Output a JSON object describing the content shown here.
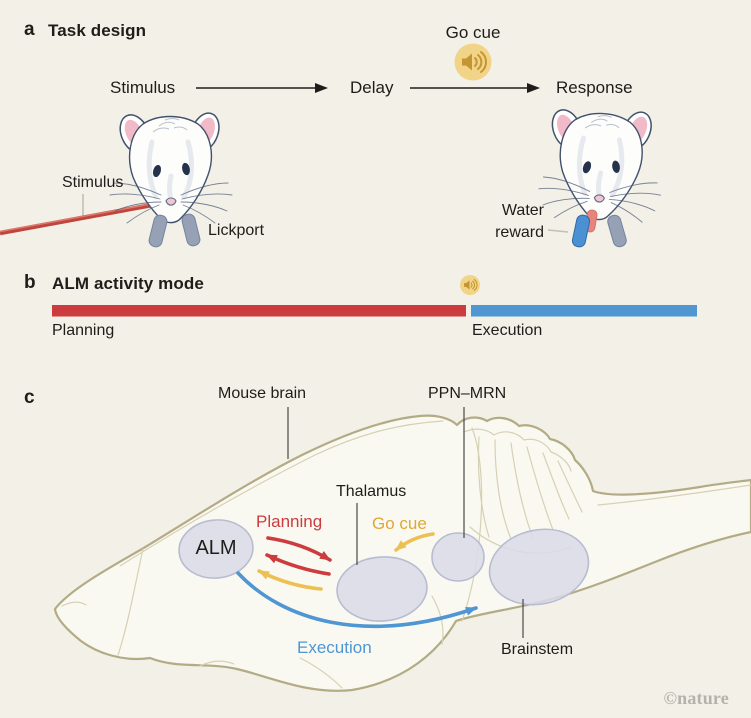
{
  "panel_a": {
    "label": "a",
    "title": "Task design",
    "timeline": {
      "stimulus": "Stimulus",
      "delay": "Delay",
      "response": "Response"
    },
    "go_cue": "Go cue",
    "stimulus_callout": "Stimulus",
    "lickport": "Lickport",
    "water_reward": "Water reward"
  },
  "panel_b": {
    "label": "b",
    "title": "ALM activity mode",
    "planning": "Planning",
    "execution": "Execution"
  },
  "panel_c": {
    "label": "c",
    "mouse_brain": "Mouse brain",
    "ppn_mrn": "PPN–MRN",
    "thalamus": "Thalamus",
    "go_cue": "Go cue",
    "planning": "Planning",
    "execution": "Execution",
    "alm": "ALM",
    "brainstem": "Brainstem"
  },
  "watermark": "©nature",
  "colors": {
    "background": "#f2f0e7",
    "brain_fill": "#faf9f1",
    "brain_outline": "#b3ab85",
    "brain_detail": "#d6d0b4",
    "region_fill": "#d9dbe7",
    "region_stroke": "#b7bcd1",
    "planning_red": "#cc3c3e",
    "execution_blue": "#4f96d2",
    "go_cue_gold": "#ecc052",
    "go_cue_text_gold": "#dfa735",
    "speaker_bg": "#f2d489",
    "speaker_glyph": "#c49530",
    "text_dark": "#1f1d1a",
    "laser_red": "#bf463f",
    "laser_highlight": "#e07a6d",
    "lickport_gray": "#96a1b6",
    "lickport_gray_stroke": "#76839d",
    "lickport_blue": "#4a90d2",
    "lickport_blue_stroke": "#2f6aa8",
    "tongue_pink": "#e5857c",
    "mouse_outline": "#42516c",
    "ear_pink": "#f1bac9",
    "watermark_gray": "#b5b2ab"
  }
}
